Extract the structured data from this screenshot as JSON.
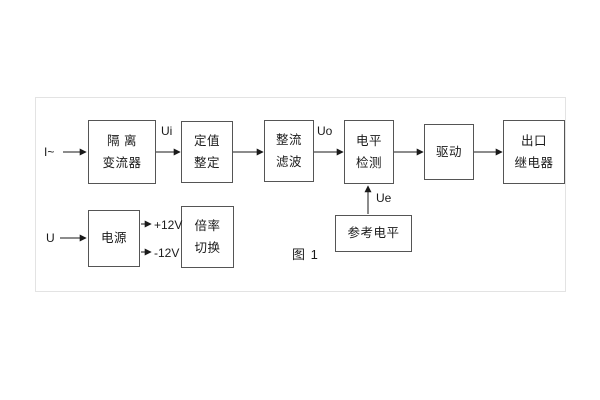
{
  "figure": {
    "caption": "图 1",
    "input_i": "I~",
    "input_u": "U",
    "signal_ui": "Ui",
    "signal_uo": "Uo",
    "signal_ue": "Ue",
    "rail_pos": "+12V",
    "rail_neg": "-12V",
    "blocks": {
      "isolation": {
        "line1": "隔 离",
        "line2": "变流器"
      },
      "setting": {
        "line1": "定值",
        "line2": "整定"
      },
      "rectify": {
        "line1": "整流",
        "line2": "滤波"
      },
      "level": {
        "line1": "电平",
        "line2": "检测"
      },
      "drive": {
        "line1": "驱动"
      },
      "relay": {
        "line1": "出口",
        "line2": "继电器"
      },
      "power": {
        "line1": "电源"
      },
      "ratio": {
        "line1": "倍率",
        "line2": "切换"
      },
      "reference": {
        "line1": "参考电平"
      }
    }
  }
}
